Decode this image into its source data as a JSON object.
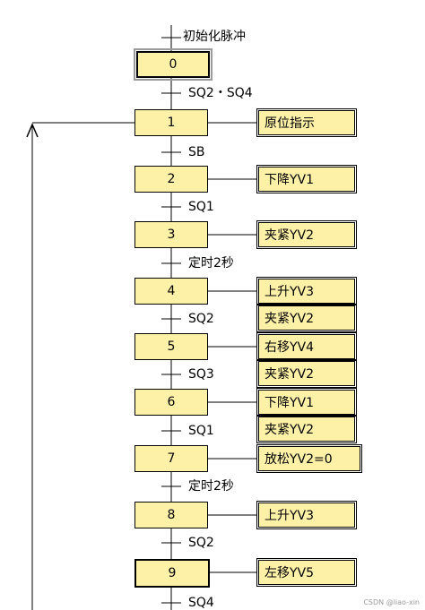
{
  "title": "初始化脉冲",
  "steps": [
    {
      "label": "0"
    },
    {
      "label": "1"
    },
    {
      "label": "2"
    },
    {
      "label": "3"
    },
    {
      "label": "4"
    },
    {
      "label": "5"
    },
    {
      "label": "6"
    },
    {
      "label": "7"
    },
    {
      "label": "8"
    },
    {
      "label": "9"
    }
  ],
  "transitions": [
    {
      "label": "SQ2・SQ4"
    },
    {
      "label": "SB"
    },
    {
      "label": "SQ1"
    },
    {
      "label": "定时2秒"
    },
    {
      "label": "SQ2"
    },
    {
      "label": "SQ3"
    },
    {
      "label": "SQ1"
    },
    {
      "label": "定时2秒"
    },
    {
      "label": "SQ2"
    },
    {
      "label": "SQ4"
    }
  ],
  "actions": [
    {
      "label": "原位指示"
    },
    {
      "label": "下降YV1"
    },
    {
      "label": "夹紧YV2"
    },
    {
      "label": "上升YV3"
    },
    {
      "label": "夹紧YV2"
    },
    {
      "label": "右移YV4"
    },
    {
      "label": "夹紧YV2"
    },
    {
      "label": "下降YV1"
    },
    {
      "label": "夹紧YV2"
    },
    {
      "label": "放松YV2=0"
    },
    {
      "label": "上升YV3"
    },
    {
      "label": "左移YV5"
    }
  ],
  "watermark": "CSDN @liao-xin"
}
